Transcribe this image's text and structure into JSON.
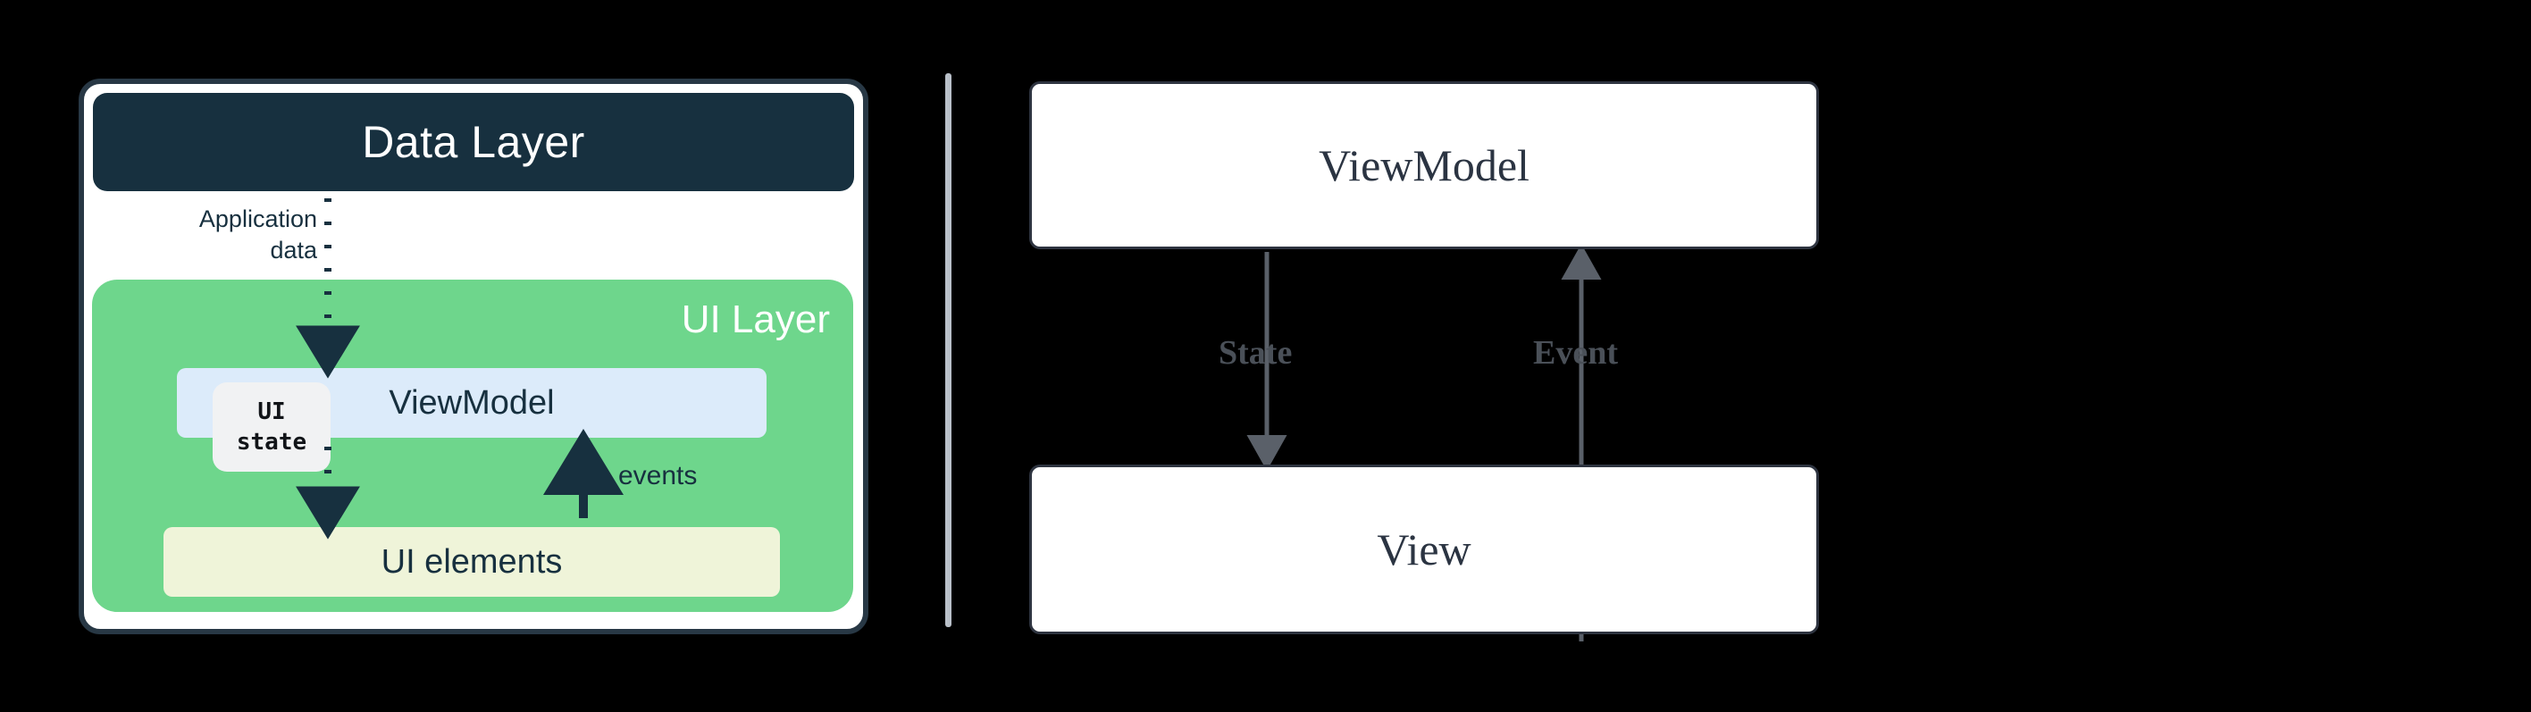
{
  "left_panel": {
    "data_layer": {
      "title": "Data Layer"
    },
    "application_data_label": {
      "line1": "Application",
      "line2": "data"
    },
    "ui_layer": {
      "title": "UI Layer",
      "viewmodel_label": "ViewModel",
      "ui_state_chip": {
        "line1": "UI",
        "line2": "state"
      },
      "ui_elements_label": "UI elements",
      "events_label": "events"
    },
    "colors": {
      "data_layer_bg": "#17303f",
      "ui_layer_bg": "#6ed68c",
      "viewmodel_bg": "#dcebfa",
      "ui_state_bg": "#f1f2f3",
      "ui_elements_bg": "#eff4d9",
      "card_border": "#283845",
      "arrow": "#17303f"
    }
  },
  "divider": {
    "color": "#b9c0c9"
  },
  "right_panel": {
    "viewmodel_box_label": "ViewModel",
    "view_box_label": "View",
    "state_edge_label": "State",
    "event_edge_label": "Event",
    "colors": {
      "box_bg": "#ffffff",
      "box_border": "#2e3440",
      "arrow": "#5a6069",
      "label_text": "#4a5058"
    }
  }
}
